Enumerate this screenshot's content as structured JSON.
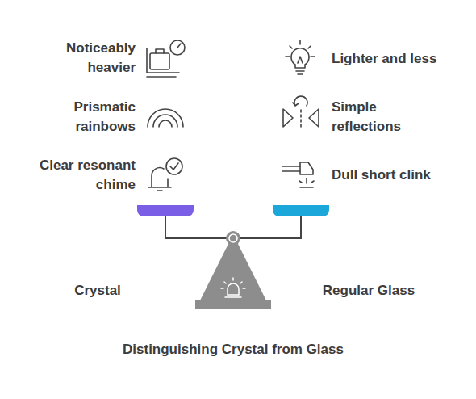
{
  "diagram": {
    "title": "Distinguishing Crystal from Glass",
    "labels": [
      "Noticeably heavier",
      "Lighter and less",
      "Prismatic rainbows",
      "Simple reflections",
      "Clear resonant chime",
      "Dull short clink",
      "Crystal",
      "Regular Glass"
    ]
  }
}
